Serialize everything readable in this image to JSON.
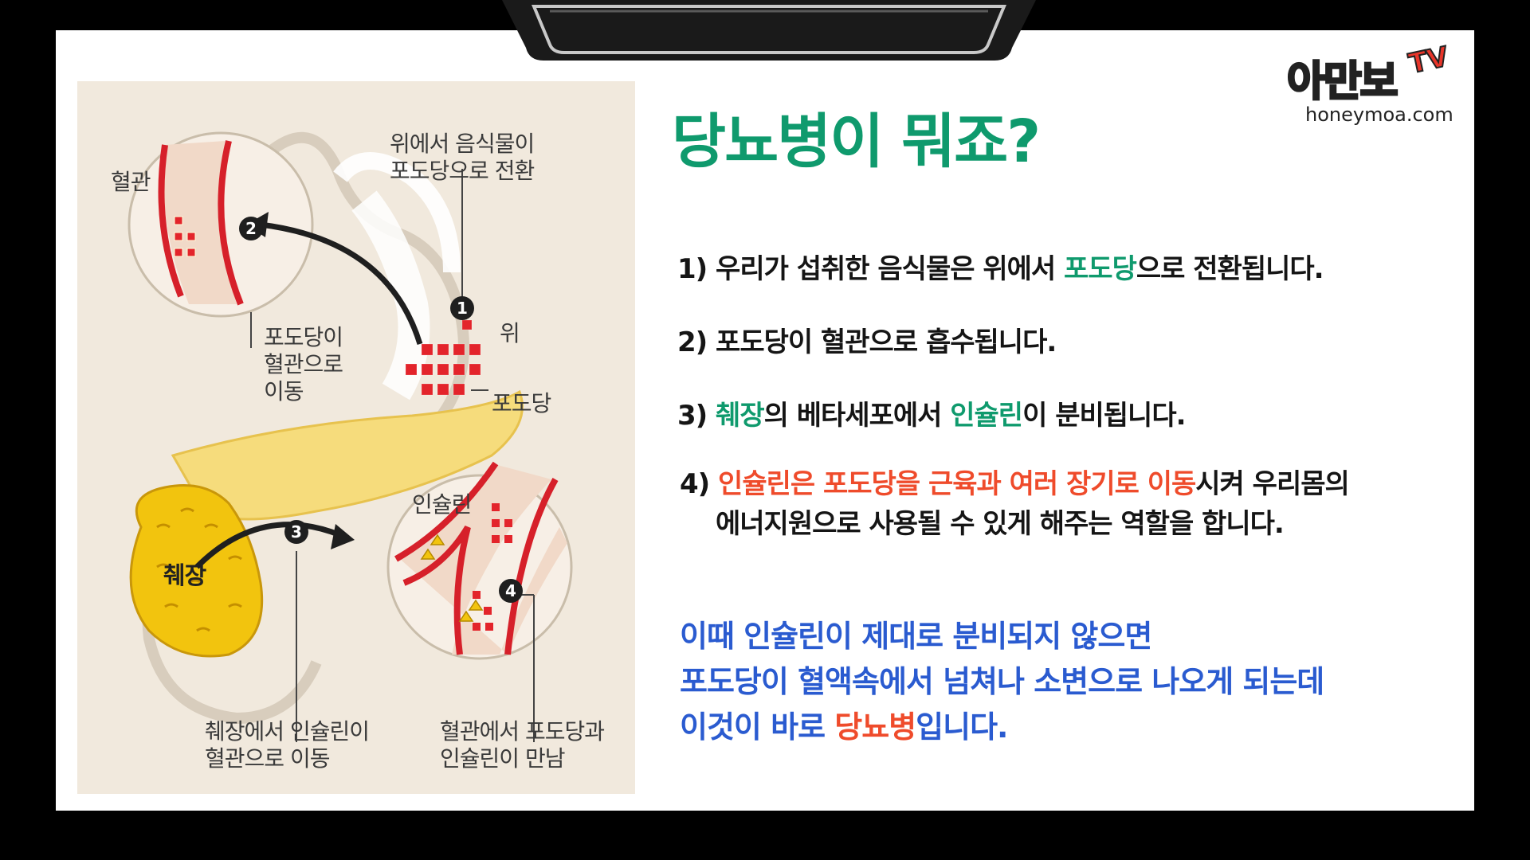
{
  "title": "당뇨병이 뭐죠?",
  "logo": {
    "text": "아만보",
    "tv": "TV",
    "url": "honeymoa.com"
  },
  "colors": {
    "green": "#0f9a6d",
    "orange": "#ef4b2b",
    "blue": "#2a5bd0",
    "vessel": "#d6202a",
    "pancreas": "#f2c40e"
  },
  "diagram": {
    "label_vessel": "혈관",
    "label_stomach_convert": "위에서 음식물이\n포도당으로 전환",
    "label_stomach": "위",
    "label_glucose": "포도당",
    "label_glucose_to_vessel": "포도당이\n혈관으로\n이동",
    "label_insulin": "인슐린",
    "label_pancreas": "췌장",
    "label_insulin_to_vessel": "췌장에서 인슐린이\n혈관으로 이동",
    "label_meet": "혈관에서 포도당과\n인슐린이 만남",
    "markers": [
      "1",
      "2",
      "3",
      "4"
    ]
  },
  "steps": [
    {
      "prefix": "1) 우리가 섭취한 음식물은  위에서 ",
      "hl": "포도당",
      "suffix": "으로 전환됩니다."
    },
    {
      "prefix": "2) 포도당이 혈관으로 흡수됩니다."
    },
    {
      "prefix": "3) ",
      "hl1": "췌장",
      "mid": "의 베타세포에서 ",
      "hl2": "인슐린",
      "suffix": "이  분비됩니다."
    },
    {
      "prefix": "4) ",
      "hl": "인슐린은 포도당을 근육과 여러 장기로 이동",
      "suffix": "시켜 우리몸의",
      "line2": "에너지원으로 사용될 수 있게 해주는 역할을 합니다."
    }
  ],
  "note": {
    "line1": "이때 인슐린이 제대로 분비되지 않으면",
    "line2": "포도당이 혈액속에서 넘쳐나 소변으로 나오게 되는데",
    "line3_prefix": "이것이 바로 ",
    "line3_hl": "당뇨병",
    "line3_suffix": "입니다."
  }
}
